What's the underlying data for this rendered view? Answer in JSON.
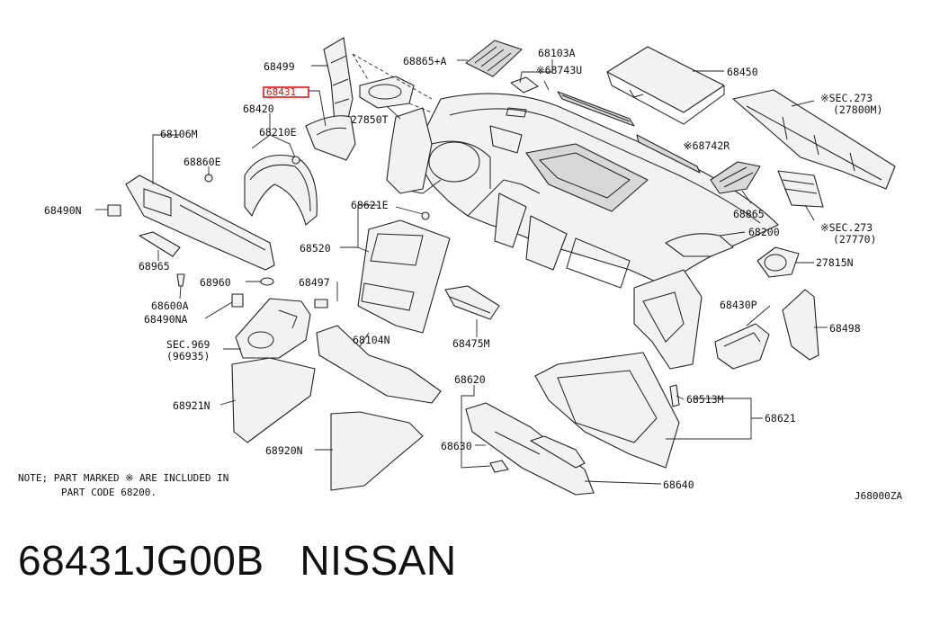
{
  "labels": {
    "p68499": "68499",
    "p68865a": "68865+A",
    "p68103a": "68103A",
    "p68743u": "※68743U",
    "p68450": "68450",
    "p68431": "68431",
    "p68420": "68420",
    "p27850t": "27850T",
    "sec273a_line1": "※SEC.273",
    "sec273a_line2": "(27800M)",
    "p68106m": "68106M",
    "p68210e": "68210E",
    "p68860e": "68860E",
    "p68742r": "※68742R",
    "p68490n": "68490N",
    "p68621e": "68621E",
    "p68865": "68865",
    "sec273b_line1": "※SEC.273",
    "sec273b_line2": "(27770)",
    "p68520": "68520",
    "p68200": "68200",
    "p68965": "68965",
    "p27815n": "27815N",
    "p68960": "68960",
    "p68497": "68497",
    "p68600a": "68600A",
    "p68490na": "68490NA",
    "p68430p": "68430P",
    "p68498": "68498",
    "sec969_line1": "SEC.969",
    "sec969_line2": "(96935)",
    "p68104n": "68104N",
    "p68475m": "68475M",
    "p68620": "68620",
    "p68513m": "68513M",
    "p68621": "68621",
    "p68921n": "68921N",
    "p68630": "68630",
    "p68920n": "68920N",
    "p68640": "68640"
  },
  "note": {
    "line1": "NOTE; PART MARKED ※ ARE INCLUDED IN",
    "line2": "PART CODE 68200."
  },
  "diagram_code": "J68000ZA",
  "caption": "68431JG00B   NISSAN",
  "highlight_color": "#e01414"
}
